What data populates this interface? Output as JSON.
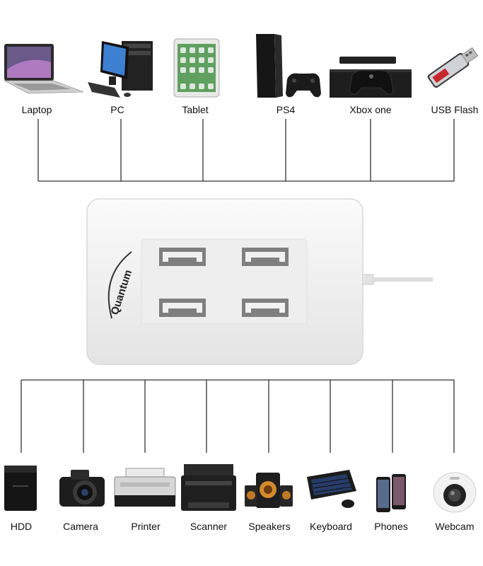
{
  "top_devices": [
    {
      "label": "Laptop",
      "icon": "laptop-icon"
    },
    {
      "label": "PC",
      "icon": "pc-icon"
    },
    {
      "label": "Tablet",
      "icon": "tablet-icon"
    },
    {
      "label": "PS4",
      "icon": "ps4-icon"
    },
    {
      "label": "Xbox one",
      "icon": "xbox-icon"
    },
    {
      "label": "USB Flash",
      "icon": "usb-flash-icon"
    }
  ],
  "bottom_devices": [
    {
      "label": "HDD",
      "icon": "hdd-icon"
    },
    {
      "label": "Camera",
      "icon": "camera-icon"
    },
    {
      "label": "Printer",
      "icon": "printer-icon"
    },
    {
      "label": "Scanner",
      "icon": "scanner-icon"
    },
    {
      "label": "Speakers",
      "icon": "speakers-icon"
    },
    {
      "label": "Keyboard",
      "icon": "keyboard-icon"
    },
    {
      "label": "Phones",
      "icon": "phones-icon"
    },
    {
      "label": "Webcam",
      "icon": "webcam-icon"
    }
  ],
  "hub": {
    "brand": "Quantum",
    "port_count": 4,
    "color": "#f2f2f2"
  },
  "colors": {
    "line": "#333333",
    "port": "#8a8a8a"
  }
}
